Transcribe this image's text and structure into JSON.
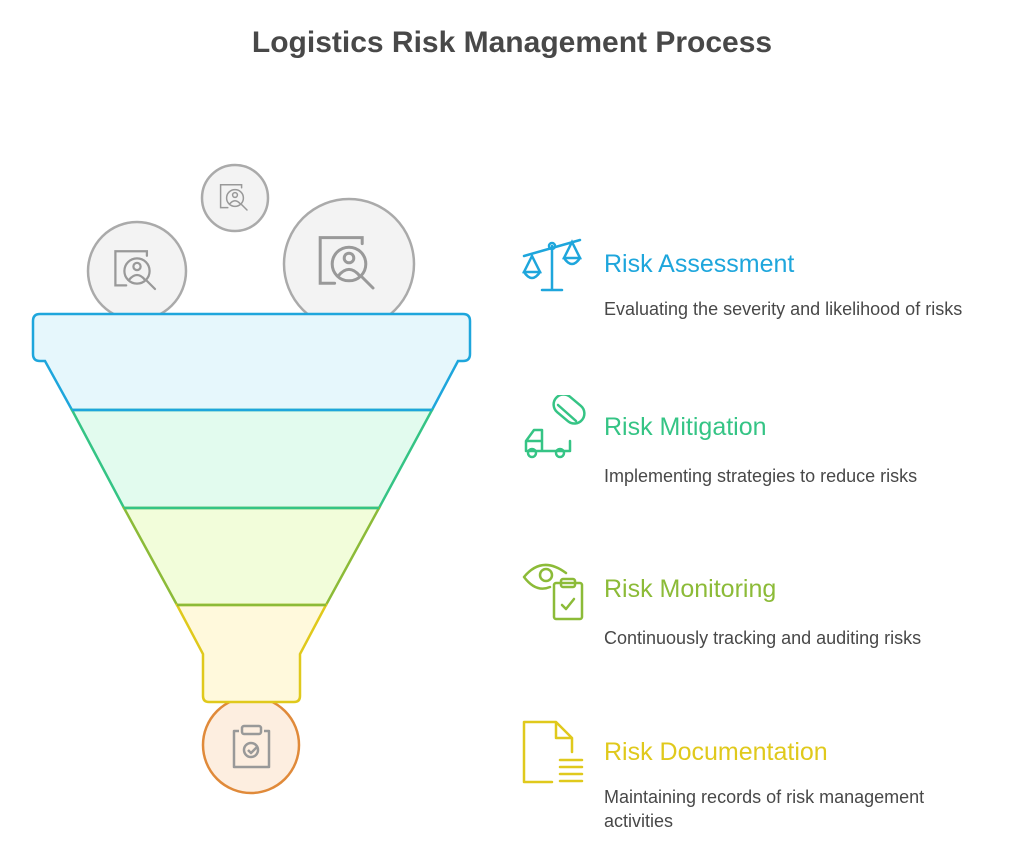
{
  "title": "Logistics Risk Management Process",
  "steps": [
    {
      "heading": "Risk Assessment",
      "description": "Evaluating the severity and likelihood of risks",
      "color": "#1ea6dc",
      "icon": "scales-icon"
    },
    {
      "heading": "Risk Mitigation",
      "description": "Implementing strategies to reduce risks",
      "color": "#35c485",
      "icon": "truck-pill-icon"
    },
    {
      "heading": "Risk Monitoring",
      "description": "Continuously tracking and auditing risks",
      "color": "#8cbb38",
      "icon": "eye-clipboard-icon"
    },
    {
      "heading": "Risk Documentation",
      "description": "Maintaining records of risk management activities",
      "color": "#e0c91c",
      "icon": "document-icon"
    }
  ]
}
